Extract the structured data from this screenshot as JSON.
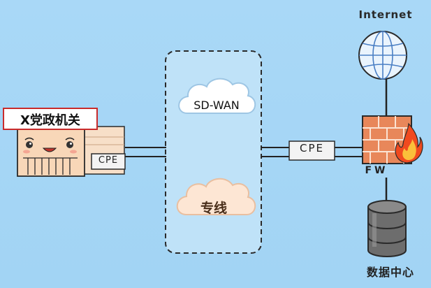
{
  "labels": {
    "org": "X党政机关",
    "cpe_left": "CPE",
    "cpe_right": "CPE",
    "sdwan": "SD-WAN",
    "dedicated_line": "专线",
    "internet": "Internet",
    "firewall": "FW",
    "data_center": "数据中心"
  },
  "icons": {
    "org_building": "government-building-icon",
    "cloud_sdwan": "cloud-icon",
    "cloud_line": "cloud-icon",
    "globe": "globe-icon",
    "firewall": "firewall-icon",
    "database": "database-icon"
  },
  "colors": {
    "background": "#a9d8f7",
    "network_zone": "#bfe2f8",
    "sdwan_cloud": "#ffffff",
    "line_cloud": "#fde6d4",
    "firewall_brick": "#e8875a",
    "flame": "#f04a1f",
    "org_sign_bg": "#ffffff",
    "org_sign_border": "#c92b2b"
  }
}
